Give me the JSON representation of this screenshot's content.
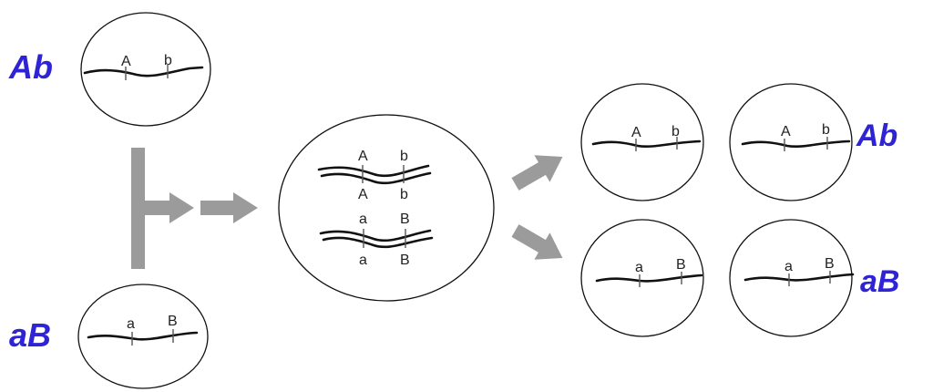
{
  "genotype_labels": {
    "parent_top": "Ab",
    "parent_bottom": "aB",
    "offspring_top": "Ab",
    "offspring_bottom": "aB"
  },
  "cells": {
    "parent_top": {
      "left": "A",
      "right": "b"
    },
    "parent_bottom": {
      "left": "a",
      "right": "B"
    },
    "zygote": {
      "pair1_top": {
        "left": "A",
        "right": "b"
      },
      "pair1_bottom": {
        "left": "A",
        "right": "b"
      },
      "pair2_top": {
        "left": "a",
        "right": "B"
      },
      "pair2_bottom": {
        "left": "a",
        "right": "B"
      }
    },
    "gamete_top_1": {
      "left": "A",
      "right": "b"
    },
    "gamete_top_2": {
      "left": "A",
      "right": "b"
    },
    "gamete_bottom_1": {
      "left": "a",
      "right": "B"
    },
    "gamete_bottom_2": {
      "left": "a",
      "right": "B"
    }
  },
  "colors": {
    "genotype_text": "#2e24d6",
    "arrows": "#9b9b9b",
    "outline": "#111111"
  }
}
